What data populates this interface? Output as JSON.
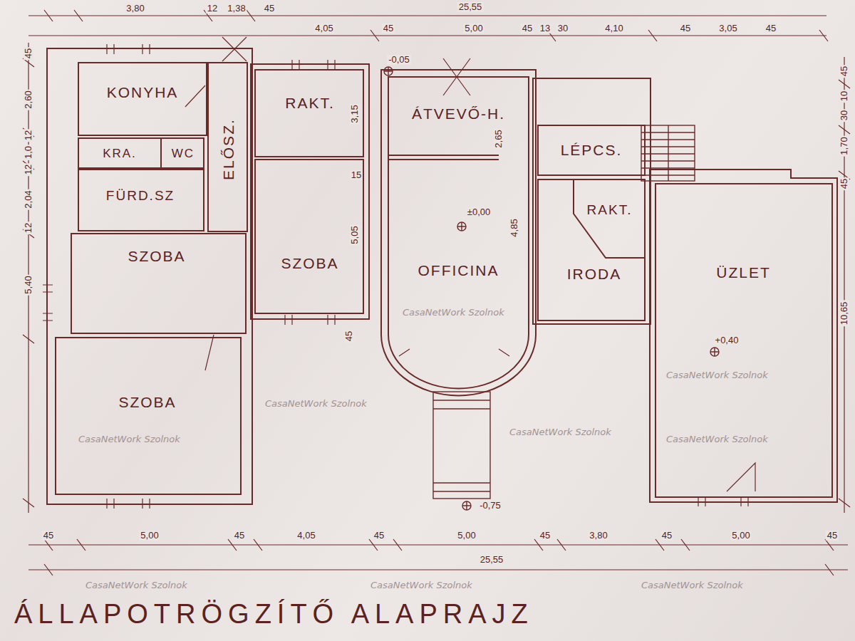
{
  "diagram": {
    "title": "ÁLLAPOTRÖGZÍTŐ ALAPRAJZ",
    "nodes": [
      {
        "text": [
          "KONYHA"
        ]
      },
      {
        "text": [
          "ELŐSZ."
        ]
      },
      {
        "text": [
          "RAKT."
        ]
      },
      {
        "text": [
          "ÁTVEVŐ-H."
        ]
      },
      {
        "text": [
          "LÉPCS."
        ]
      },
      {
        "text": [
          "KRA."
        ]
      },
      {
        "text": [
          "WC"
        ]
      },
      {
        "text": [
          "FÜRD.SZ"
        ]
      },
      {
        "text": [
          "RAKT."
        ]
      },
      {
        "text": [
          "SZOBA"
        ]
      },
      {
        "text": [
          "SZOBA"
        ]
      },
      {
        "text": [
          "OFFICINA"
        ]
      },
      {
        "text": [
          "IRODA"
        ]
      },
      {
        "text": [
          "ÜZLET"
        ]
      },
      {
        "text": [
          "SZOBA"
        ]
      }
    ],
    "labels": [
      "3,80",
      "12",
      "1,38",
      "45",
      "25,55",
      "4,05",
      "45",
      "5,00",
      "45",
      "13",
      "30",
      "4,10",
      "45",
      "3,05",
      "45",
      "45",
      "2,60",
      "12",
      "1,0",
      "12",
      "2,04",
      "12",
      "5,40",
      "45",
      "10",
      "30",
      "1,70",
      "45",
      "10,65",
      "-0,05",
      "3,15",
      "2,65",
      "15",
      "5,05",
      "±0,00",
      "4,85",
      "45",
      "+0,40",
      "-0,75",
      "45",
      "5,00",
      "45",
      "4,05",
      "45",
      "5,00",
      "45",
      "3,80",
      "45",
      "5,00",
      "45",
      "25,55",
      "CasaNetWork Szolnok",
      "CasaNetWork Szolnok",
      "CasaNetWork Szolnok",
      "CasaNetWork Szolnok",
      "CasaNetWork Szolnok",
      "CasaNetWork Szolnok",
      "CasaNetWork Szolnok",
      "CasaNetWork Szolnok",
      "CasaNetWork Szolnok"
    ]
  }
}
